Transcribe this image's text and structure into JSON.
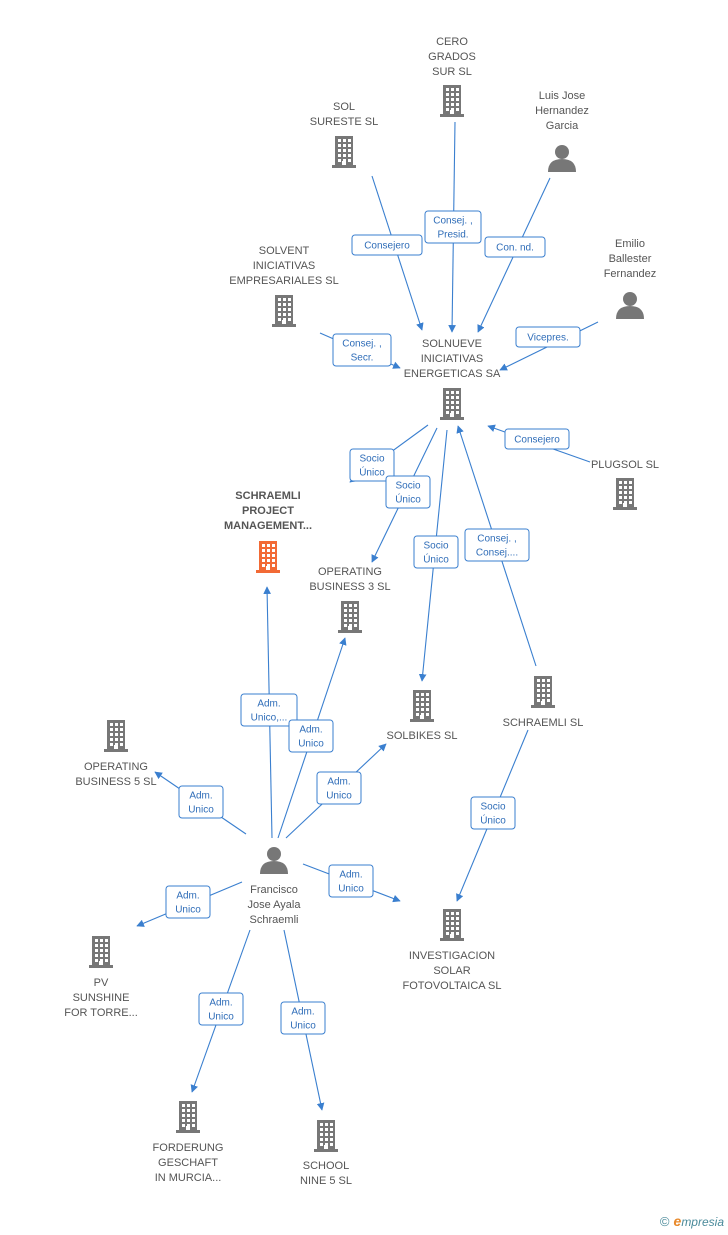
{
  "colors": {
    "edge": "#3a7fcf",
    "node": "#777777",
    "highlight": "#f26a35",
    "label": "#555555"
  },
  "nodes": [
    {
      "id": "cero",
      "type": "company",
      "lines": [
        "CERO",
        "GRADOS",
        "SUR SL"
      ]
    },
    {
      "id": "sol",
      "type": "company",
      "lines": [
        "SOL",
        "SURESTE SL"
      ]
    },
    {
      "id": "luis",
      "type": "person",
      "lines": [
        "Luis Jose",
        "Hernandez",
        "Garcia"
      ]
    },
    {
      "id": "solvent",
      "type": "company",
      "lines": [
        "SOLVENT",
        "INICIATIVAS",
        "EMPRESARIALES SL"
      ]
    },
    {
      "id": "emilio",
      "type": "person",
      "lines": [
        "Emilio",
        "Ballester",
        "Fernandez"
      ]
    },
    {
      "id": "solnueve",
      "type": "company",
      "lines": [
        "SOLNUEVE",
        "INICIATIVAS",
        "ENERGETICAS SA"
      ]
    },
    {
      "id": "plugsol",
      "type": "company",
      "lines": [
        "PLUGSOL  SL"
      ]
    },
    {
      "id": "schraemli_pm",
      "type": "company",
      "highlight": true,
      "lines": [
        "SCHRAEMLI",
        "PROJECT",
        "MANAGEMENT..."
      ]
    },
    {
      "id": "op3",
      "type": "company",
      "lines": [
        "OPERATING",
        "BUSINESS 3 SL"
      ]
    },
    {
      "id": "solbikes",
      "type": "company",
      "lines": [
        "SOLBIKES SL"
      ]
    },
    {
      "id": "schraemli",
      "type": "company",
      "lines": [
        "SCHRAEMLI SL"
      ]
    },
    {
      "id": "op5",
      "type": "company",
      "lines": [
        "OPERATING",
        "BUSINESS 5 SL"
      ]
    },
    {
      "id": "francisco",
      "type": "person",
      "lines": [
        "Francisco",
        "Jose Ayala",
        "Schraemli"
      ]
    },
    {
      "id": "investigacion",
      "type": "company",
      "lines": [
        "INVESTIGACION",
        "SOLAR",
        "FOTOVOLTAICA SL"
      ]
    },
    {
      "id": "pv",
      "type": "company",
      "lines": [
        "PV",
        "SUNSHINE",
        "FOR TORRE..."
      ]
    },
    {
      "id": "forderung",
      "type": "company",
      "lines": [
        "FORDERUNG",
        "GESCHAFT",
        "IN MURCIA..."
      ]
    },
    {
      "id": "school",
      "type": "company",
      "lines": [
        "SCHOOL",
        "NINE 5 SL"
      ]
    }
  ],
  "edges": [
    {
      "from": "sol",
      "to": "solnueve",
      "lines": [
        "Consejero"
      ]
    },
    {
      "from": "cero",
      "to": "solnueve",
      "lines": [
        "Consej. ,",
        "Presid."
      ]
    },
    {
      "from": "luis",
      "to": "solnueve",
      "lines": [
        "Con.  nd."
      ]
    },
    {
      "from": "solvent",
      "to": "solnueve",
      "lines": [
        "Consej. ,",
        "Secr."
      ]
    },
    {
      "from": "emilio",
      "to": "solnueve",
      "lines": [
        "Vicepres."
      ]
    },
    {
      "from": "plugsol",
      "to": "solnueve",
      "lines": [
        "Consejero"
      ]
    },
    {
      "from": "solnueve",
      "to": "schraemli_pm",
      "lines": [
        "Socio",
        "Único"
      ]
    },
    {
      "from": "solnueve",
      "to": "op3",
      "lines": [
        "Socio",
        "Único"
      ]
    },
    {
      "from": "solnueve",
      "to": "solbikes",
      "lines": [
        "Socio",
        "Único"
      ]
    },
    {
      "from": "schraemli",
      "to": "solnueve",
      "lines": [
        "Consej. ,",
        "Consej...."
      ]
    },
    {
      "from": "schraemli",
      "to": "investigacion",
      "lines": [
        "Socio",
        "Único"
      ]
    },
    {
      "from": "francisco",
      "to": "schraemli_pm",
      "lines": [
        "Adm.",
        "Unico,..."
      ]
    },
    {
      "from": "francisco",
      "to": "op3",
      "lines": [
        "Adm.",
        "Unico"
      ]
    },
    {
      "from": "francisco",
      "to": "solbikes",
      "lines": [
        "Adm.",
        "Unico"
      ]
    },
    {
      "from": "francisco",
      "to": "op5",
      "lines": [
        "Adm.",
        "Unico"
      ]
    },
    {
      "from": "francisco",
      "to": "investigacion",
      "lines": [
        "Adm.",
        "Unico"
      ]
    },
    {
      "from": "francisco",
      "to": "pv",
      "lines": [
        "Adm.",
        "Unico"
      ]
    },
    {
      "from": "francisco",
      "to": "forderung",
      "lines": [
        "Adm.",
        "Unico"
      ]
    },
    {
      "from": "francisco",
      "to": "school",
      "lines": [
        "Adm.",
        "Unico"
      ]
    }
  ],
  "footer": {
    "copyright": "©",
    "brand_initial": "e",
    "brand_rest": "mpresia"
  }
}
